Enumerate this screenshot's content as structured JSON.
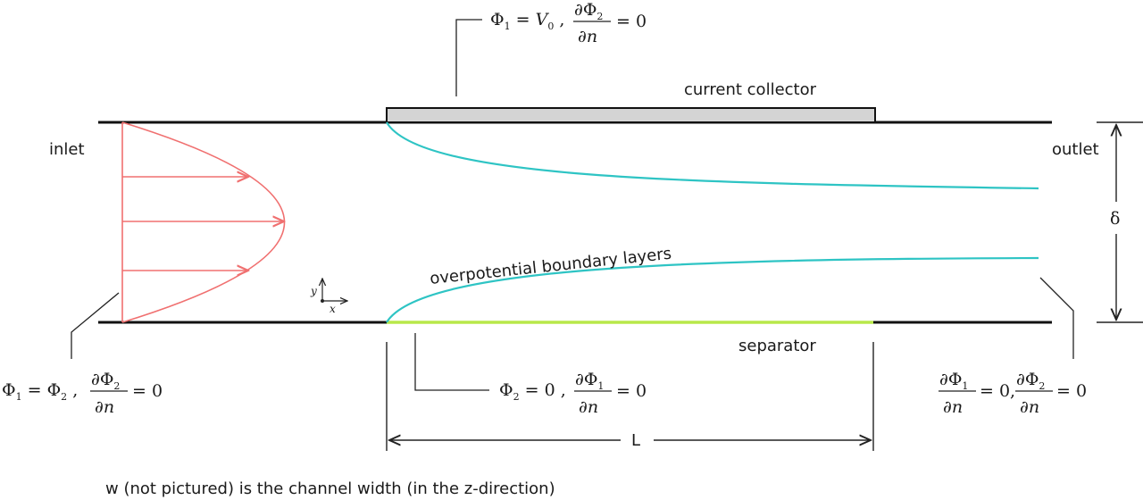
{
  "labels": {
    "inlet": "inlet",
    "outlet": "outlet",
    "current_collector": "current collector",
    "separator": "separator",
    "boundary_layers": "overpotential boundary layers",
    "length": "L",
    "thickness": "δ",
    "axis_x": "x",
    "axis_y": "y",
    "footnote": "w (not pictured) is the channel width (in the z-direction)"
  },
  "boundary_conditions": {
    "top_collector": "Φ1 = V0 , ∂Φ2/∂n = 0",
    "inlet": "Φ1 = Φ2 , ∂Φ2/∂n = 0",
    "separator": "Φ2 = 0 , ∂Φ1/∂n = 0",
    "outlet": "∂Φ1/∂n = 0, ∂Φ2/∂n = 0"
  },
  "colors": {
    "wall": "#111111",
    "velocity_profile": "#f07070",
    "boundary_layer": "#2ec4c4",
    "separator": "#b8e84a",
    "collector_fill": "#d4d4d4"
  }
}
